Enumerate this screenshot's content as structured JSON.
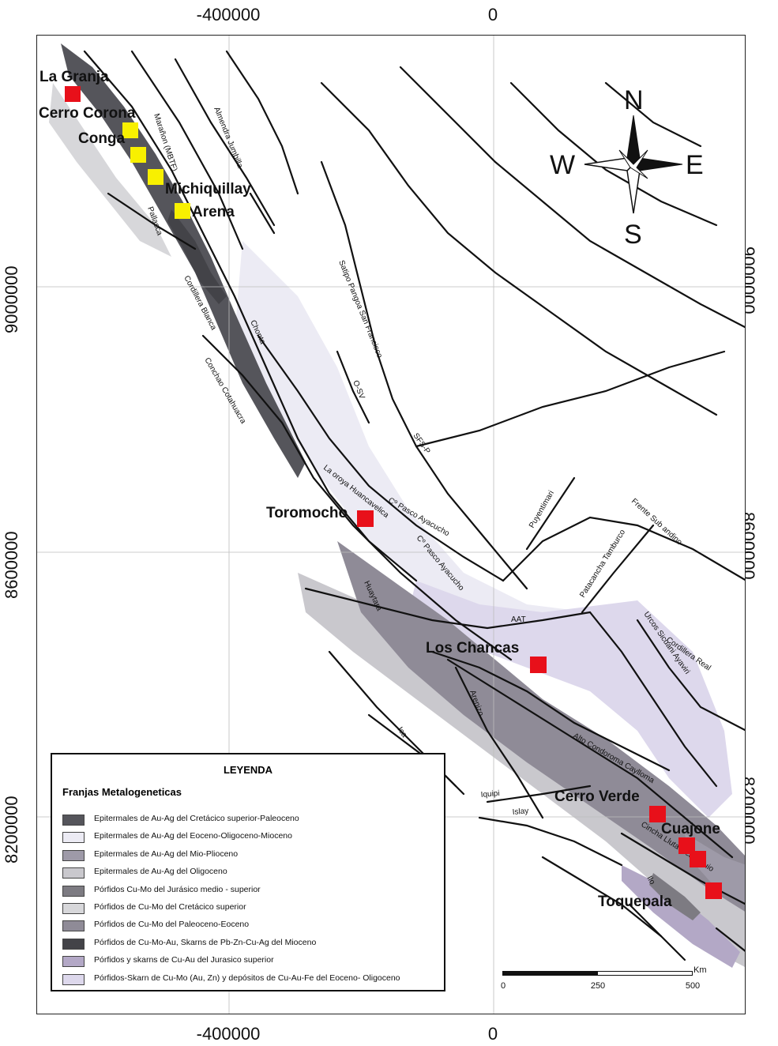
{
  "axes": {
    "top": [
      "-400000",
      "0"
    ],
    "bottom": [
      "-400000",
      "0"
    ],
    "left": [
      "9000000",
      "8600000",
      "8200000"
    ],
    "right": [
      "9000000",
      "8600000",
      "8200000"
    ]
  },
  "compass": {
    "n": "N",
    "s": "S",
    "e": "E",
    "w": "W"
  },
  "sites_yellow": [
    "Cerro Corona",
    "Conga",
    "Michiquillay",
    "Arena"
  ],
  "sites_red": [
    "La Granja",
    "Toromocho",
    "Los Chancas",
    "Cerro Verde",
    "Cuajone",
    "Toquepala"
  ],
  "faults": [
    "Almendra Jumbilla",
    "Marañon (MBTF)",
    "Pallasca",
    "Cordillera Blanca",
    "Chonta",
    "Conchao Cotahuacra",
    "Satipo Pangoa San Francisco",
    "O-SV",
    "SFS-P",
    "La oroya Huancavelica",
    "Cº Pasco Ayacucho",
    "Cº Pasco Ayacucho",
    "Puyentimari",
    "Frente Sub andino",
    "Patacancha Tamburco",
    "Huaytará",
    "AAT",
    "Urcos Sicuani Ayaviri",
    "Cordillera Real",
    "Arenizo",
    "Ica",
    "Alto Condoroma Caylloma",
    "Iquipi",
    "Islay",
    "Cincha Lluta Incapuquio",
    "Ilo"
  ],
  "legend": {
    "title": "LEYENDA",
    "subtitle": "Franjas Metalogeneticas",
    "items": [
      {
        "label": "Epitermales de Au-Ag del Cretácico superior-Paleoceno",
        "color": "#55555b"
      },
      {
        "label": "Epitermales de Au-Ag del Eoceno-Oligoceno-Mioceno",
        "color": "#ecebf4"
      },
      {
        "label": "Epitermales de Au-Ag del Mio-Plioceno",
        "color": "#9e9aa8"
      },
      {
        "label": "Epitermales de Au-Ag del Oligoceno",
        "color": "#c9c8cd"
      },
      {
        "label": "Pórfidos Cu-Mo del Jurásico medio - superior",
        "color": "#7d7b82"
      },
      {
        "label": "Pórfidos de Cu-Mo del Cretácico superior",
        "color": "#d7d7da"
      },
      {
        "label": "Pórfidos de Cu-Mo del Paleoceno-Eoceno",
        "color": "#8f8b97"
      },
      {
        "label": "Pórfidos de Cu-Mo-Au, Skarns de Pb-Zn-Cu-Ag del Mioceno",
        "color": "#434348"
      },
      {
        "label": "Pórfidos y skarns de Cu-Au del Jurasico superior",
        "color": "#b3a8c6"
      },
      {
        "label": "Pórfidos-Skarn de Cu-Mo (Au, Zn) y depósitos de Cu-Au-Fe del Eoceno- Oligoceno",
        "color": "#ddd8ec"
      }
    ]
  },
  "scalebar": {
    "ticks": [
      "0",
      "250",
      "500"
    ],
    "unit": "Km"
  },
  "colors": {
    "site_red": "#e8101a",
    "site_yellow": "#f8f000",
    "fault": "#111111",
    "grid": "#bdbdbd"
  }
}
